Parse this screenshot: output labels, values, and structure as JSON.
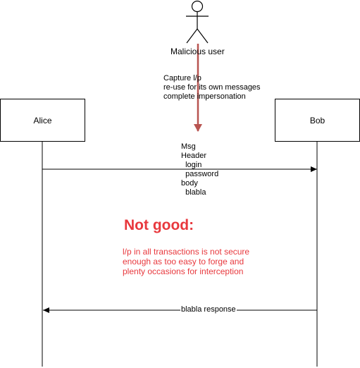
{
  "actor": {
    "label": "Malicious user"
  },
  "participants": [
    {
      "label": "Alice"
    },
    {
      "label": "Bob"
    }
  ],
  "attack_note": "Capture l/p\nre-use for its own messages\ncomplete impersonation",
  "request_message": "Msg\nHeader\n  login\n  password\nbody\n  blabla",
  "warning": {
    "title": "Not good:",
    "text": "l/p in all transactions is not secure\nenough as too easy to forge and\nplenty occasions for interception"
  },
  "response_message": "blabla response",
  "colors": {
    "attack_arrow": "#b85450",
    "warning_text": "#e8383d"
  }
}
